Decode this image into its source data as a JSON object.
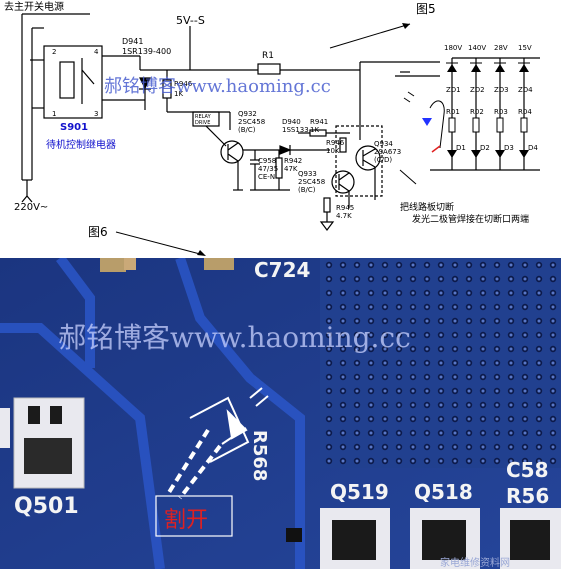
{
  "fig5": {
    "figure_label": "图5",
    "top_left_text": "去主开关电源",
    "input_voltage": "220V~",
    "relay_label": "S901",
    "relay_desc": "待机控制继电器",
    "rail_label": "5V--S",
    "diode_label_1": "D941",
    "diode_label_2": "1SR139-400",
    "r1_label": "R1",
    "r946_label": "R946",
    "r946_value": "1K",
    "relay_drive_1": "RELAY",
    "relay_drive_2": "DRIVE",
    "q932_label": "Q932",
    "q932_type": "2SC458",
    "q932_pins": "(B/C)",
    "d940_label": "D940",
    "d940_type": "1SS133",
    "c958_label": "C958",
    "c958_value": "47/35",
    "c958_type": "CE-N",
    "r942_label": "R942",
    "r942_value": "47K",
    "r941_label": "R941",
    "r941_value": "1K",
    "r946b_label": "R946",
    "r946b_value": "10K",
    "q934_label": "Q934",
    "q934_type": "2SA673",
    "q934_pins": "(C/D)",
    "q933_label": "Q933",
    "q933_type": "2SC458",
    "q933_pins": "(B/C)",
    "r945_label": "R945",
    "r945_value": "4.7K",
    "zener_voltages": [
      "180V",
      "140V",
      "28V",
      "15V"
    ],
    "zener_labels": [
      "ZD1",
      "ZD2",
      "ZD3",
      "ZD4"
    ],
    "r_labels": [
      "R01",
      "R02",
      "R03",
      "R04"
    ],
    "d_labels": [
      "D1",
      "D2",
      "D3",
      "D4"
    ],
    "note_line_1": "把线路板切断",
    "note_line_2": "发光二极管焊接在切断口两端",
    "watermark": "郝铭博客www.haoming.cc",
    "pins": [
      "2",
      "1",
      "4",
      "3"
    ]
  },
  "fig6": {
    "figure_label": "图6",
    "watermark": "郝铭博客www.haoming.cc",
    "cut_label": "割开",
    "silk_labels": [
      "C724",
      "R568",
      "Q501",
      "Q519",
      "Q518",
      "C58",
      "R56"
    ],
    "corner_logo": "家电维修资料网"
  },
  "colors": {
    "pcb_blue": "#1f3a8f",
    "pcb_dark": "#162a6e",
    "trace_blue": "#2a54c4",
    "watermark_blue": "#4a5fd0",
    "label_blue": "#1111cc",
    "cut_red": "#e02020"
  }
}
